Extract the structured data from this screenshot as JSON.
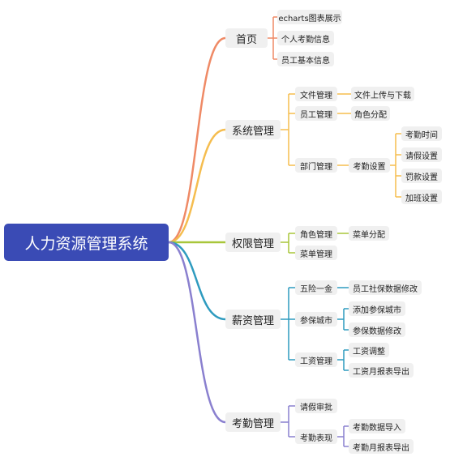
{
  "root": {
    "label": "人力资源管理系统",
    "color": "#3a4bb5"
  },
  "branches": {
    "home": {
      "label": "首页",
      "color": "#ef8a66",
      "children": [
        "echarts图表展示",
        "个人考勤信息",
        "员工基本信息"
      ]
    },
    "system": {
      "label": "系统管理",
      "color": "#f5bd4f",
      "children": {
        "file_mgmt": {
          "label": "文件管理",
          "child": "文件上传与下载"
        },
        "staff_mgmt": {
          "label": "员工管理",
          "child": "角色分配"
        },
        "dept_mgmt": {
          "label": "部门管理",
          "child": "考勤设置",
          "grandchildren": [
            "考勤时间",
            "请假设置",
            "罚款设置",
            "加班设置"
          ]
        }
      }
    },
    "permission": {
      "label": "权限管理",
      "color": "#a8c63a",
      "children": {
        "role_mgmt": {
          "label": "角色管理",
          "child": "菜单分配"
        },
        "menu_mgmt": {
          "label": "菜单管理"
        }
      }
    },
    "salary": {
      "label": "薪资管理",
      "color": "#2e9bbf",
      "children": {
        "insurance": {
          "label": "五险一金",
          "child": "员工社保数据修改"
        },
        "city": {
          "label": "参保城市",
          "grandchildren": [
            "添加参保城市",
            "参保数据修改"
          ]
        },
        "wage": {
          "label": "工资管理",
          "grandchildren": [
            "工资调整",
            "工资月报表导出"
          ]
        }
      }
    },
    "attendance": {
      "label": "考勤管理",
      "color": "#8a80cf",
      "children": {
        "leave": {
          "label": "请假审批"
        },
        "perf": {
          "label": "考勤表现",
          "grandchildren": [
            "考勤数据导入",
            "考勤月报表导出"
          ]
        }
      }
    }
  }
}
